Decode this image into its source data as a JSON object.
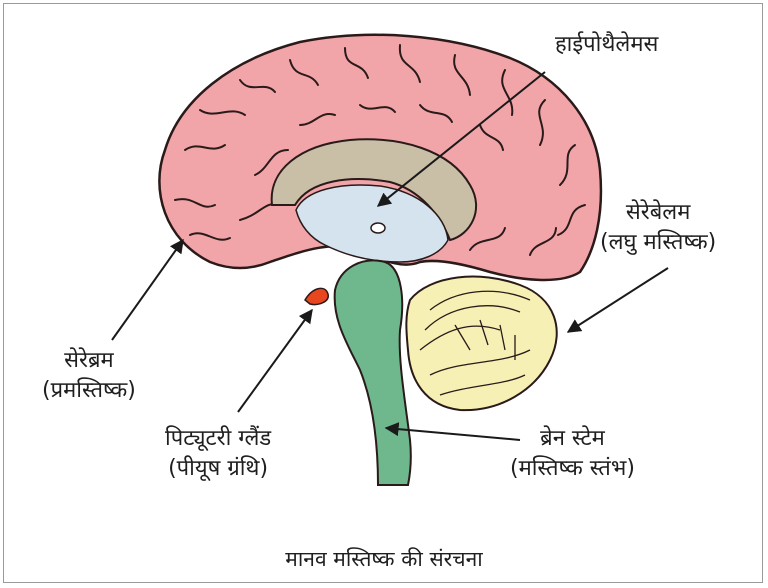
{
  "labels": {
    "hypothalamus": "हाईपोथैलेमस",
    "cerebellum": "सेरेबेलम",
    "cerebellum_sub": "(लघु मस्तिष्क)",
    "cerebrum": "सेरेब्रम",
    "cerebrum_sub": "(प्रमस्तिष्क)",
    "pituitary": "पिट्यूटरी ग्लैंड",
    "pituitary_sub": "(पीयूष ग्रंथि)",
    "brainstem": "ब्रेन स्टेम",
    "brainstem_sub": "(मस्तिष्क स्तंभ)"
  },
  "caption": "मानव मस्तिष्क की संरचना",
  "colors": {
    "cerebrum": "#f2a5a9",
    "cerebrum_outline": "#2a1a1a",
    "corpus_callosum": "#c9bfa6",
    "ventricle": "#d5e3ef",
    "brainstem": "#6fb88e",
    "cerebellum": "#f6f0b4",
    "pituitary": "#e8461e",
    "arrow": "#1a1a1a"
  }
}
